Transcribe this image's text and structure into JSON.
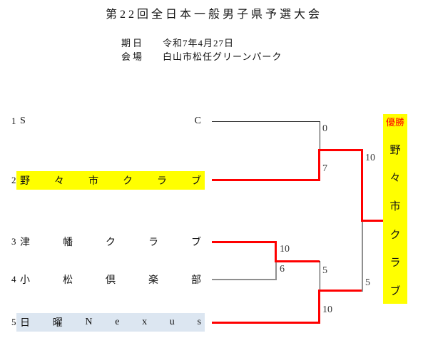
{
  "title": "第22回全日本一般男子県予選大会",
  "meta": {
    "date_label": "期日",
    "date_value": "令和7年4月27日",
    "venue_label": "会場",
    "venue_value": "白山市松任グリーンパーク"
  },
  "colors": {
    "winner_path": "#ff0000",
    "highlight_yellow": "#ffff00",
    "highlight_blue": "#dce6f1",
    "champion_bg": "#ffff00",
    "champion_label_color": "#ff0000"
  },
  "teams": [
    {
      "seed": "1",
      "name": "SC",
      "chars": [
        "S",
        "C"
      ],
      "highlight": "none"
    },
    {
      "seed": "2",
      "name": "野々市クラブ",
      "chars": [
        "野",
        "々",
        "市",
        "ク",
        "ラ",
        "ブ"
      ],
      "highlight": "yellow"
    },
    {
      "seed": "3",
      "name": "津幡クラブ",
      "chars": [
        "津",
        "幡",
        "ク",
        "ラ",
        "ブ"
      ],
      "highlight": "none"
    },
    {
      "seed": "4",
      "name": "小松倶楽部",
      "chars": [
        "小",
        "松",
        "倶",
        "楽",
        "部"
      ],
      "highlight": "none"
    },
    {
      "seed": "5",
      "name": "日曜Nexus",
      "chars": [
        "日",
        "曜",
        "N",
        "e",
        "x",
        "u",
        "s"
      ],
      "highlight": "blue"
    }
  ],
  "scores": {
    "match1_team1": "0",
    "match1_team2": "7",
    "match2_team3": "10",
    "match2_team4": "6",
    "semifinal_team3": "5",
    "semifinal_team5": "10",
    "final_top": "10",
    "final_bottom": "5"
  },
  "champion": {
    "label": "優勝",
    "name": "野々市クラブ",
    "chars": [
      "野",
      "々",
      "市",
      "ク",
      "ラ",
      "ブ"
    ]
  }
}
